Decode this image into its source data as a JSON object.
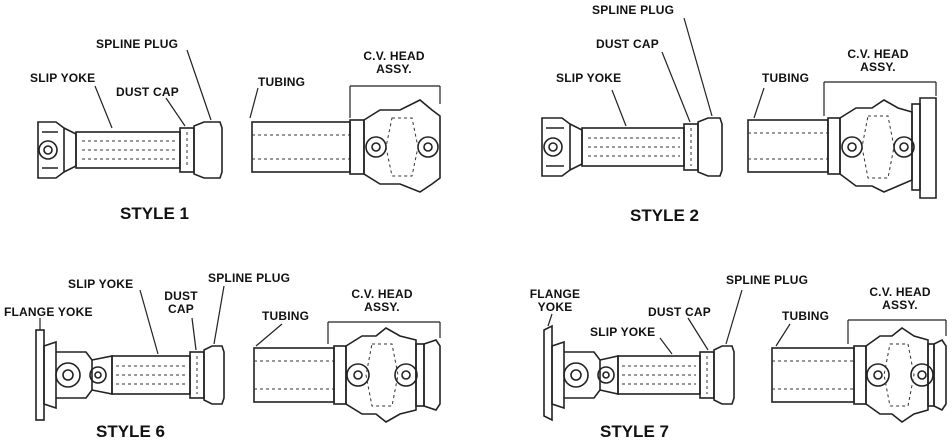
{
  "diagrams": [
    {
      "id": "style-1",
      "title": "STYLE 1",
      "labels": {
        "spline_plug": "SPLINE PLUG",
        "slip_yoke": "SLIP YOKE",
        "dust_cap": "DUST CAP",
        "tubing": "TUBING",
        "cv_head_line1": "C.V. HEAD",
        "cv_head_line2": "ASSY."
      }
    },
    {
      "id": "style-2",
      "title": "STYLE 2",
      "labels": {
        "spline_plug": "SPLINE PLUG",
        "dust_cap": "DUST CAP",
        "slip_yoke": "SLIP YOKE",
        "tubing": "TUBING",
        "cv_head_line1": "C.V. HEAD",
        "cv_head_line2": "ASSY."
      }
    },
    {
      "id": "style-6",
      "title": "STYLE 6",
      "labels": {
        "slip_yoke": "SLIP YOKE",
        "dust_cap_line1": "DUST",
        "dust_cap_line2": "CAP",
        "spline_plug": "SPLINE PLUG",
        "flange_yoke": "FLANGE YOKE",
        "tubing": "TUBING",
        "cv_head_line1": "C.V. HEAD",
        "cv_head_line2": "ASSY."
      }
    },
    {
      "id": "style-7",
      "title": "STYLE 7",
      "labels": {
        "flange_yoke_line1": "FLANGE",
        "flange_yoke_line2": "YOKE",
        "dust_cap": "DUST CAP",
        "spline_plug": "SPLINE PLUG",
        "slip_yoke": "SLIP YOKE",
        "tubing": "TUBING",
        "cv_head_line1": "C.V. HEAD",
        "cv_head_line2": "ASSY."
      }
    }
  ]
}
